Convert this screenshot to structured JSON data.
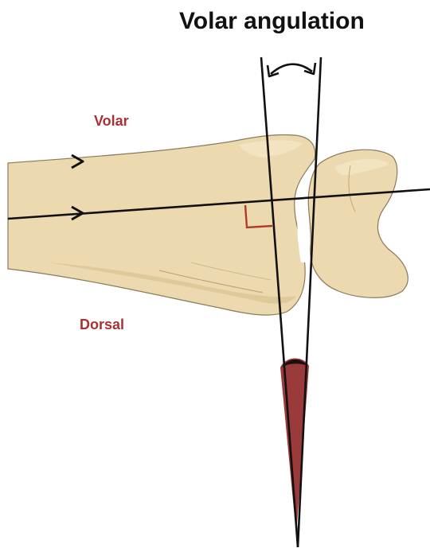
{
  "title": "Volar angulation",
  "labels": {
    "volar": "Volar",
    "dorsal": "Dorsal"
  },
  "colors": {
    "bone_fill": "#ecd9b0",
    "bone_shadow": "#c9b284",
    "bone_outline": "#8a7a5a",
    "label_red": "#a83232",
    "angle_wedge": "#9b3a3a",
    "right_angle_marker": "#b33a2a",
    "line": "#111111"
  },
  "icons": {
    "arc_arrow": "double-headed-curved-arrow",
    "axis_arrow": "chevron-arrowhead"
  }
}
